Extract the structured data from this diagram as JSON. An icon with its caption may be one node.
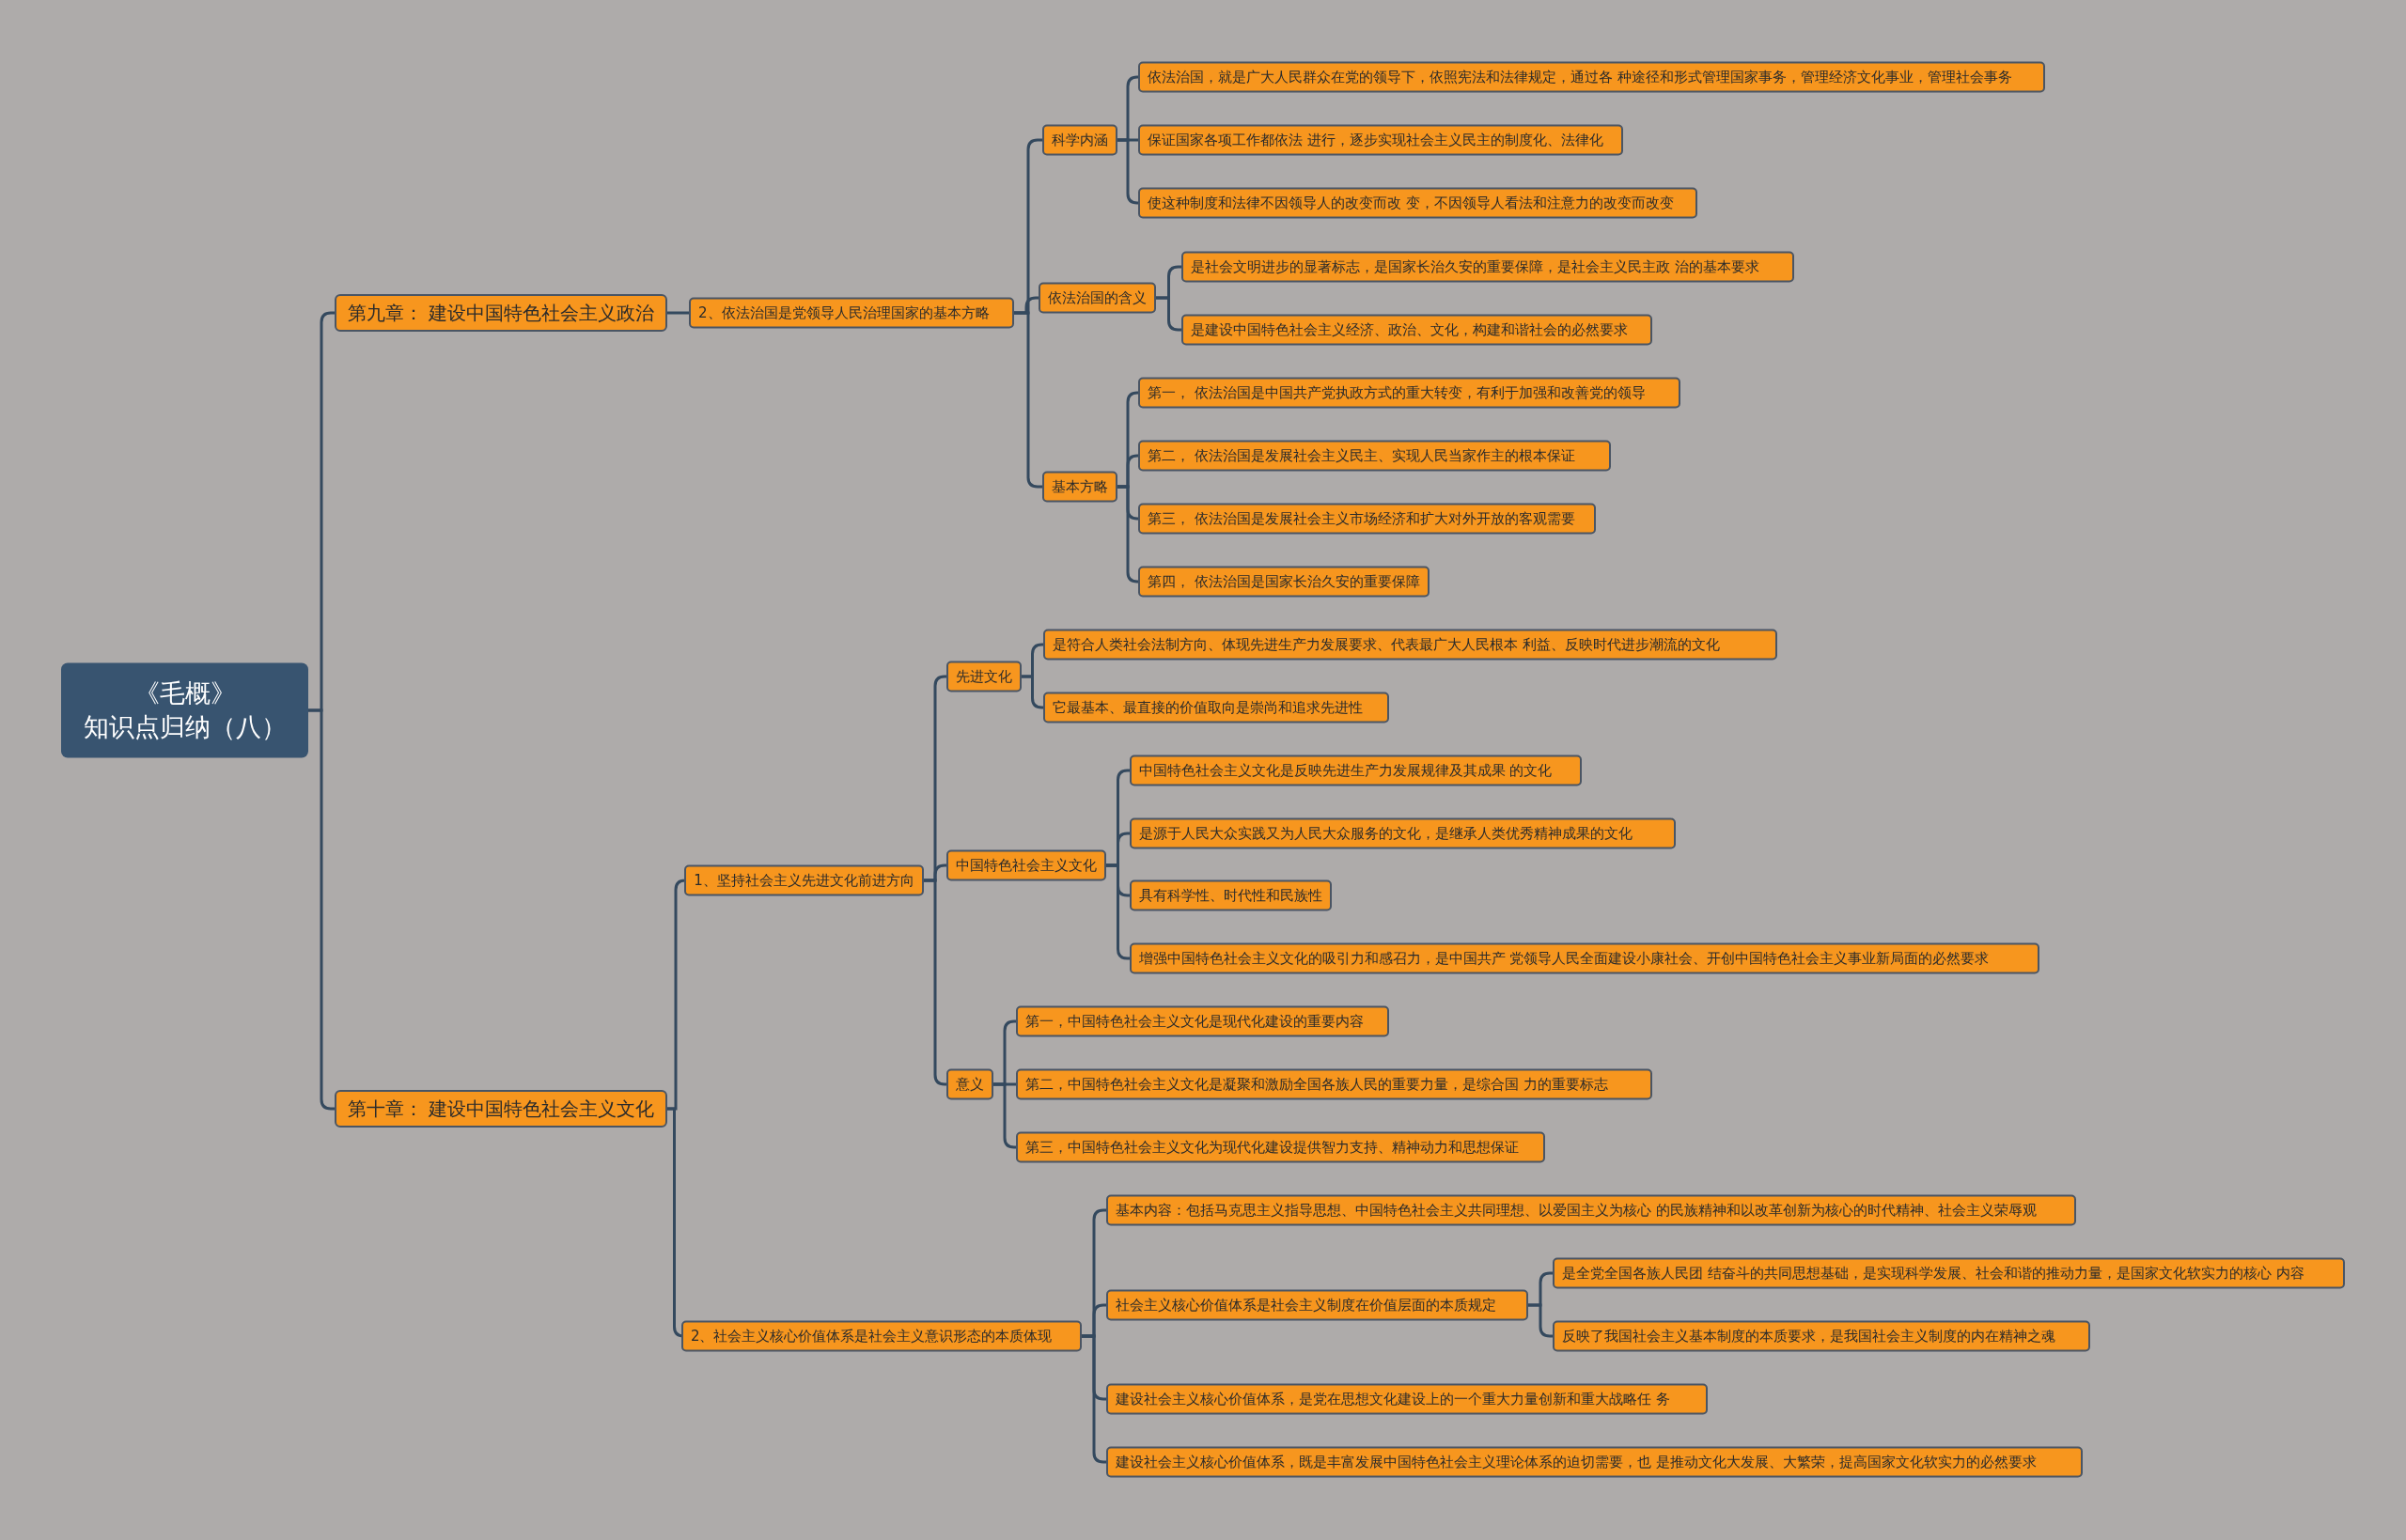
{
  "diagram": {
    "nodes": [
      {
        "text": [
          "《毛概》",
          "知识点归纳（八）"
        ]
      },
      {
        "text": [
          "第九章： 建设中国特色社会主义政治"
        ]
      },
      {
        "text": [
          "2、依法治国是党领导人民治理国家的基本方略"
        ]
      },
      {
        "text": [
          "科学内涵"
        ]
      },
      {
        "text": [
          "依法治国，就是广大人民群众在党的领导下，依照宪法和法律规定，通过各 种途径和形式管理国家事务，管理经济文化事业，管理社会事务"
        ]
      },
      {
        "text": [
          "保证国家各项工作都依法 进行，逐步实现社会主义民主的制度化、法律化"
        ]
      },
      {
        "text": [
          "使这种制度和法律不因领导人的改变而改 变，不因领导人看法和注意力的改变而改变"
        ]
      },
      {
        "text": [
          "依法治国的含义"
        ]
      },
      {
        "text": [
          "是社会文明进步的显著标志，是国家长治久安的重要保障，是社会主义民主政 治的基本要求"
        ]
      },
      {
        "text": [
          "是建设中国特色社会主义经济、政治、文化，构建和谐社会的必然要求"
        ]
      },
      {
        "text": [
          "基本方略"
        ]
      },
      {
        "text": [
          "第一， 依法治国是中国共产党执政方式的重大转变，有利于加强和改善党的领导"
        ]
      },
      {
        "text": [
          "第二， 依法治国是发展社会主义民主、实现人民当家作主的根本保证"
        ]
      },
      {
        "text": [
          "第三， 依法治国是发展社会主义市场经济和扩大对外开放的客观需要"
        ]
      },
      {
        "text": [
          "第四， 依法治国是国家长治久安的重要保障"
        ]
      },
      {
        "text": [
          "第十章： 建设中国特色社会主义文化"
        ]
      },
      {
        "text": [
          "1、坚持社会主义先进文化前进方向"
        ]
      },
      {
        "text": [
          "先进文化"
        ]
      },
      {
        "text": [
          "是符合人类社会法制方向、体现先进生产力发展要求、代表最广大人民根本 利益、反映时代进步潮流的文化"
        ]
      },
      {
        "text": [
          "它最基本、最直接的价值取向是崇尚和追求先进性"
        ]
      },
      {
        "text": [
          "中国特色社会主义文化"
        ]
      },
      {
        "text": [
          "中国特色社会主义文化是反映先进生产力发展规律及其成果 的文化"
        ]
      },
      {
        "text": [
          "是源于人民大众实践又为人民大众服务的文化，是继承人类优秀精神成果的文化"
        ]
      },
      {
        "text": [
          "具有科学性、时代性和民族性"
        ]
      },
      {
        "text": [
          "增强中国特色社会主义文化的吸引力和感召力，是中国共产 党领导人民全面建设小康社会、开创中国特色社会主义事业新局面的必然要求"
        ]
      },
      {
        "text": [
          "意义"
        ]
      },
      {
        "text": [
          "第一，中国特色社会主义文化是现代化建设的重要内容"
        ]
      },
      {
        "text": [
          "第二，中国特色社会主义文化是凝聚和激励全国各族人民的重要力量，是综合国 力的重要标志"
        ]
      },
      {
        "text": [
          "第三，中国特色社会主义文化为现代化建设提供智力支持、精神动力和思想保证"
        ]
      },
      {
        "text": [
          "2、社会主义核心价值体系是社会主义意识形态的本质体现"
        ]
      },
      {
        "text": [
          "基本内容：包括马克思主义指导思想、中国特色社会主义共同理想、以爱国主义为核心 的民族精神和以改革创新为核心的时代精神、社会主义荣辱观"
        ]
      },
      {
        "text": [
          "社会主义核心价值体系是社会主义制度在价值层面的本质规定"
        ]
      },
      {
        "text": [
          "是全党全国各族人民团 结奋斗的共同思想基础，是实现科学发展、社会和谐的推动力量，是国家文化软实力的核心 内容"
        ]
      },
      {
        "text": [
          "反映了我国社会主义基本制度的本质要求，是我国社会主义制度的内在精神之魂"
        ]
      },
      {
        "text": [
          "建设社会主义核心价值体系，是党在思想文化建设上的一个重大力量创新和重大战略任 务"
        ]
      },
      {
        "text": [
          "建设社会主义核心价值体系，既是丰富发展中国特色社会主义理论体系的迫切需要，也 是推动文化大发展、大繁荣，提高国家文化软实力的必然要求"
        ]
      }
    ],
    "edges": [
      {
        "from": 0,
        "to": 1,
        "arrow": "none"
      },
      {
        "from": 1,
        "to": 2,
        "arrow": "none"
      },
      {
        "from": 2,
        "to": 3,
        "arrow": "none"
      },
      {
        "from": 3,
        "to": 4,
        "arrow": "none"
      },
      {
        "from": 3,
        "to": 5,
        "arrow": "none"
      },
      {
        "from": 3,
        "to": 6,
        "arrow": "none"
      },
      {
        "from": 2,
        "to": 7,
        "arrow": "none"
      },
      {
        "from": 7,
        "to": 8,
        "arrow": "none"
      },
      {
        "from": 7,
        "to": 9,
        "arrow": "none"
      },
      {
        "from": 2,
        "to": 10,
        "arrow": "none"
      },
      {
        "from": 10,
        "to": 11,
        "arrow": "none"
      },
      {
        "from": 10,
        "to": 12,
        "arrow": "none"
      },
      {
        "from": 10,
        "to": 13,
        "arrow": "none"
      },
      {
        "from": 10,
        "to": 14,
        "arrow": "none"
      },
      {
        "from": 0,
        "to": 15,
        "arrow": "none"
      },
      {
        "from": 15,
        "to": 16,
        "arrow": "none"
      },
      {
        "from": 16,
        "to": 17,
        "arrow": "none"
      },
      {
        "from": 17,
        "to": 18,
        "arrow": "none"
      },
      {
        "from": 17,
        "to": 19,
        "arrow": "none"
      },
      {
        "from": 16,
        "to": 20,
        "arrow": "none"
      },
      {
        "from": 20,
        "to": 21,
        "arrow": "none"
      },
      {
        "from": 20,
        "to": 22,
        "arrow": "none"
      },
      {
        "from": 20,
        "to": 23,
        "arrow": "none"
      },
      {
        "from": 20,
        "to": 24,
        "arrow": "none"
      },
      {
        "from": 16,
        "to": 25,
        "arrow": "none"
      },
      {
        "from": 25,
        "to": 26,
        "arrow": "none"
      },
      {
        "from": 25,
        "to": 27,
        "arrow": "none"
      },
      {
        "from": 25,
        "to": 28,
        "arrow": "none"
      },
      {
        "from": 15,
        "to": 29,
        "arrow": "none"
      },
      {
        "from": 29,
        "to": 30,
        "arrow": "none"
      },
      {
        "from": 29,
        "to": 31,
        "arrow": "none"
      },
      {
        "from": 31,
        "to": 32,
        "arrow": "none"
      },
      {
        "from": 31,
        "to": 33,
        "arrow": "none"
      },
      {
        "from": 29,
        "to": 34,
        "arrow": "none"
      },
      {
        "from": 29,
        "to": 35,
        "arrow": "none"
      }
    ]
  }
}
